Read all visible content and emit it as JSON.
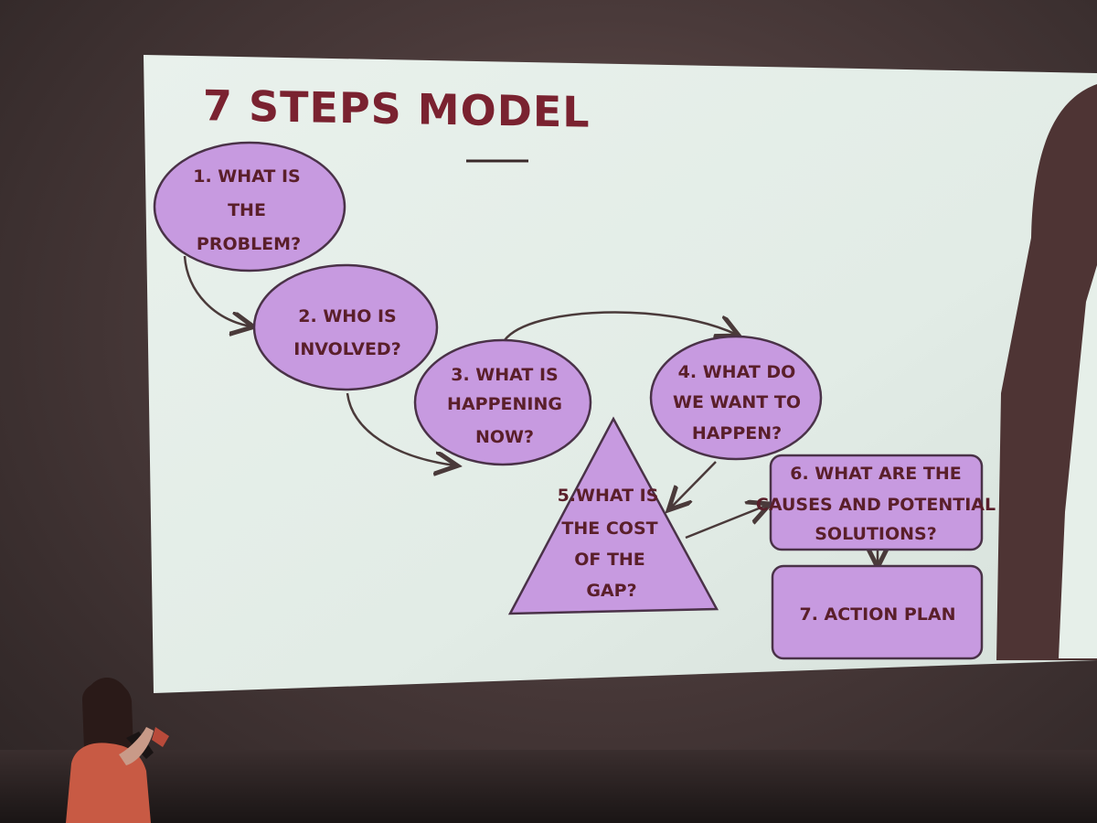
{
  "slide": {
    "title": "7 STEPS MODEL"
  },
  "steps": [
    {
      "id": 1,
      "lines": [
        "1. WHAT IS",
        "THE",
        "PROBLEM?"
      ],
      "shape": "ellipse"
    },
    {
      "id": 2,
      "lines": [
        "2. WHO IS",
        "INVOLVED?"
      ],
      "shape": "ellipse"
    },
    {
      "id": 3,
      "lines": [
        "3. WHAT IS",
        "HAPPENING",
        "NOW?"
      ],
      "shape": "ellipse"
    },
    {
      "id": 4,
      "lines": [
        "4. WHAT DO",
        "WE WANT TO",
        "HAPPEN?"
      ],
      "shape": "ellipse"
    },
    {
      "id": 5,
      "lines": [
        "5.WHAT IS",
        "THE COST",
        "OF THE",
        "GAP?"
      ],
      "shape": "triangle"
    },
    {
      "id": 6,
      "lines": [
        "6. WHAT ARE THE",
        "CAUSES AND POTENTIAL",
        "SOLUTIONS?"
      ],
      "shape": "rounded-rectangle"
    },
    {
      "id": 7,
      "lines": [
        "7. ACTION PLAN"
      ],
      "shape": "rounded-rectangle"
    }
  ],
  "colors": {
    "node_fill": "#c79ae0",
    "node_stroke": "#4a3248",
    "text": "#5a1f2a",
    "title": "#7a2230",
    "slide_bg": "#e6efe9",
    "arrow": "#4a3a3a"
  }
}
